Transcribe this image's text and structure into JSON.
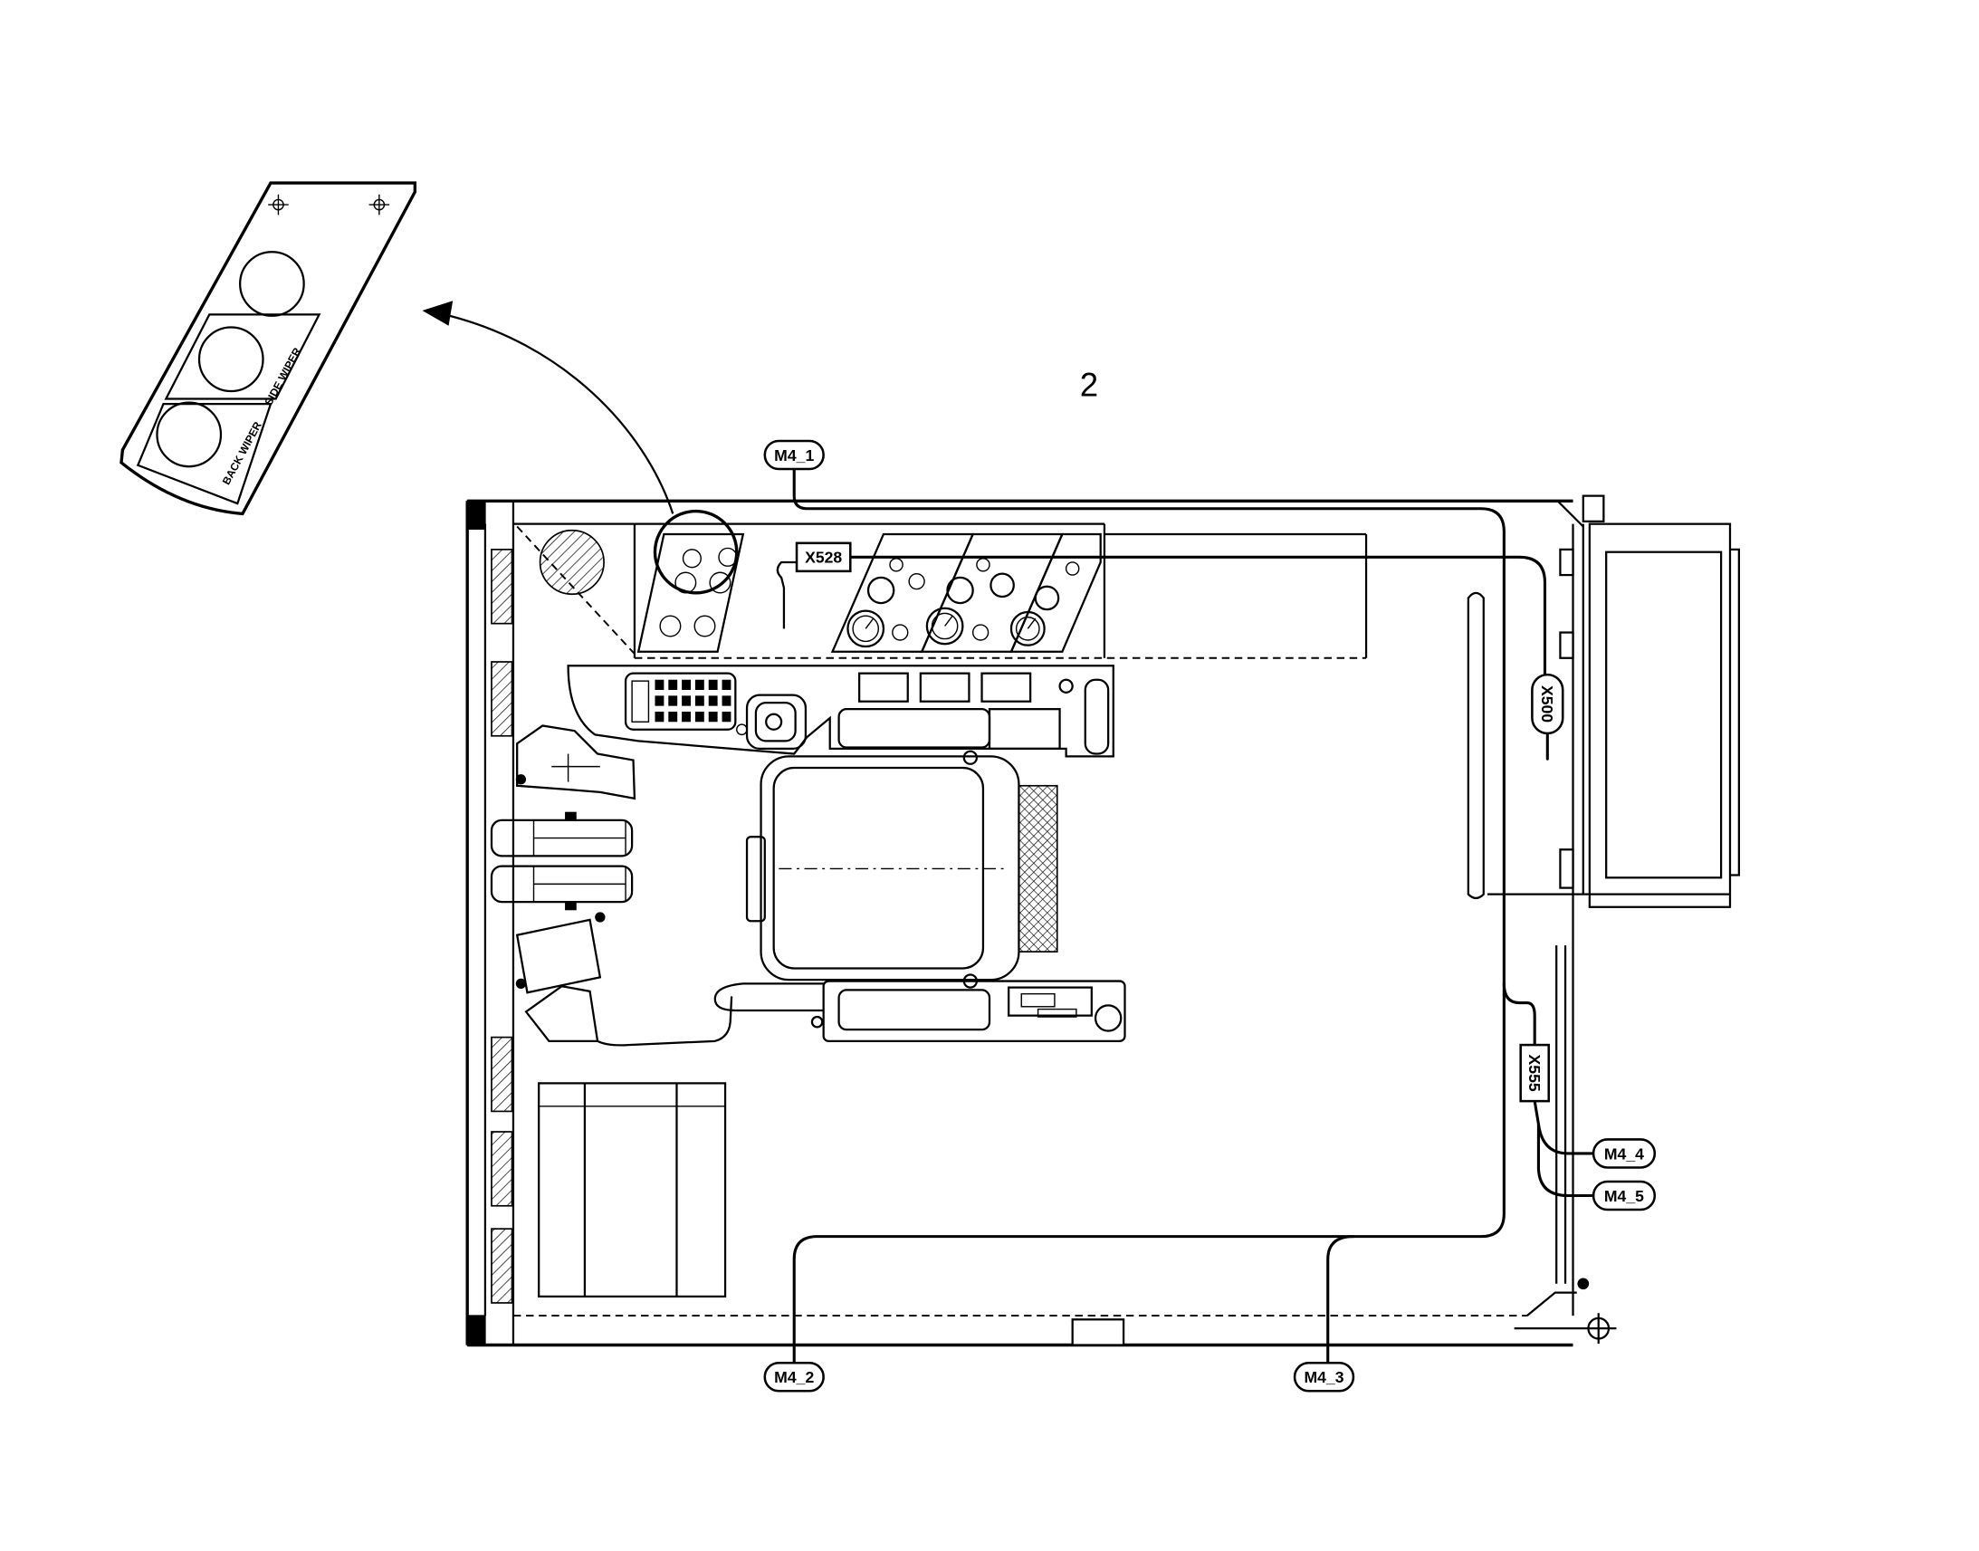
{
  "diagram": {
    "section_number": "2",
    "connectors": {
      "m4_1": "M4_1",
      "x528": "X528",
      "x500": "X500",
      "x555": "X555",
      "m4_4": "M4_4",
      "m4_5": "M4_5",
      "m4_2": "M4_2",
      "m4_3": "M4_3"
    },
    "detail_panel": {
      "switch_labels": [
        "SIDE WIPER",
        "BACK WIPER"
      ]
    }
  },
  "colors": {
    "line": "#000000",
    "background": "#ffffff"
  }
}
